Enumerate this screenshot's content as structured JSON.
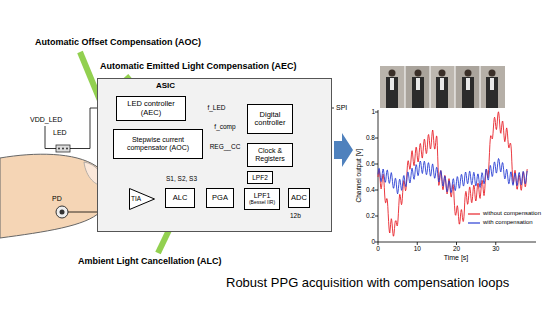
{
  "diagram": {
    "caption": "Robust PPG acquisition with compensation loops",
    "nodes": [
      {
        "text": [
          "ASIC"
        ]
      },
      {
        "text": [
          "LED controller (AEC)"
        ],
        "in": 0
      },
      {
        "text": [
          "Stepwise current compensator (AOC)"
        ],
        "in": 0
      },
      {
        "text": [
          "Digital controller"
        ],
        "in": 0
      },
      {
        "text": [
          "Clock & Registers"
        ],
        "in": 0
      },
      {
        "text": [
          "TIA"
        ],
        "in": 0
      },
      {
        "text": [
          "ALC"
        ],
        "in": 0
      },
      {
        "text": [
          "PGA"
        ],
        "in": 0
      },
      {
        "text": [
          "LPF1",
          "(Bessel IIR)"
        ],
        "in": 0
      },
      {
        "text": [
          "LPF2"
        ],
        "in": 0
      },
      {
        "text": [
          "ADC"
        ],
        "in": 0
      }
    ],
    "edges": [
      {
        "from": 3,
        "to": 1,
        "arrow": "to",
        "label": "f_LED"
      },
      {
        "from": 3,
        "to": 2,
        "arrow": "to",
        "label": "f_comp"
      },
      {
        "from": 4,
        "to": 2,
        "arrow": "to",
        "label": "REG__CC"
      },
      {
        "from": 3,
        "to": 4,
        "arrow": "both"
      },
      {
        "from": 2,
        "to": 5,
        "arrow": "to"
      },
      {
        "from": 5,
        "to": 6,
        "arrow": "to"
      },
      {
        "from": 6,
        "to": 7,
        "arrow": "to"
      },
      {
        "from": 7,
        "to": 8,
        "arrow": "to"
      },
      {
        "from": 8,
        "to": 10,
        "arrow": "to"
      },
      {
        "from": 8,
        "to": 9,
        "arrow": "to"
      },
      {
        "from": 10,
        "to": 3,
        "arrow": "to"
      }
    ],
    "labels": [
      "Automatic Offset Compensation (AOC)",
      "Automatic Emitted Light Compensation (AEC)",
      "Ambient Light Cancellation (ALC)",
      "VDD_LED",
      "LED",
      "PD",
      "S1, S2, S3",
      "12b",
      "SPI",
      "Channel output [V]",
      "1",
      "0.8",
      "0.6",
      "0.4",
      "0.2",
      "0",
      "0",
      "10",
      "20",
      "30",
      "Time [s]"
    ],
    "legend": [
      {
        "text": "without compensation"
      },
      {
        "text": "with compensation"
      }
    ]
  }
}
